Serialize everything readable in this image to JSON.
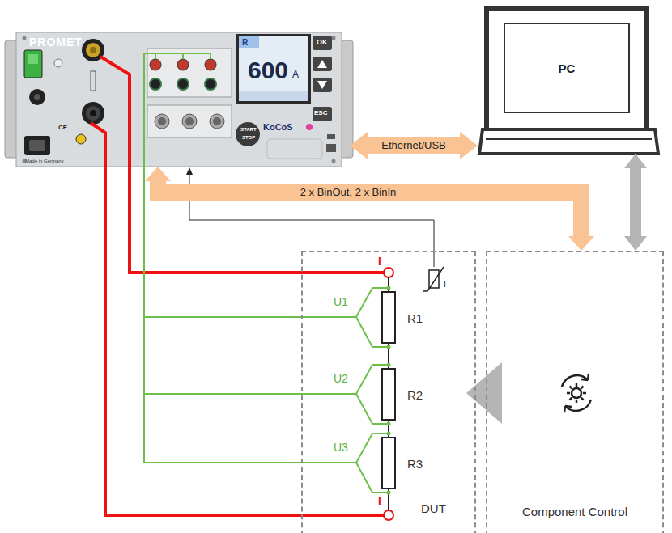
{
  "diagram": {
    "nodes": [
      {
        "text": [
          "PROMET"
        ]
      },
      {
        "text": [
          "PC"
        ]
      },
      {
        "text": [
          "DUT"
        ]
      },
      {
        "text": [
          "R1"
        ],
        "in": 2
      },
      {
        "text": [
          "R2"
        ],
        "in": 2
      },
      {
        "text": [
          "R3"
        ],
        "in": 2
      },
      {
        "text": [
          "Component Control"
        ]
      }
    ],
    "edges": [
      {
        "from": 0,
        "to": 1,
        "label": "Ethernet/USB",
        "arrow": "both"
      },
      {
        "from": 0,
        "to": 6,
        "label": "2 x BinOut, 2 x BinIn",
        "arrow": "both"
      },
      {
        "from": 1,
        "to": 6,
        "arrow": "both"
      },
      {
        "from": 6,
        "to": 2,
        "arrow": "to"
      }
    ],
    "labels": [
      "R",
      "600",
      "A",
      "OK",
      "ESC",
      "START",
      "STOP",
      "KoCoS",
      "Made in Germany",
      "CE",
      "I",
      "U1",
      "U2",
      "U3",
      "T",
      "I"
    ]
  }
}
